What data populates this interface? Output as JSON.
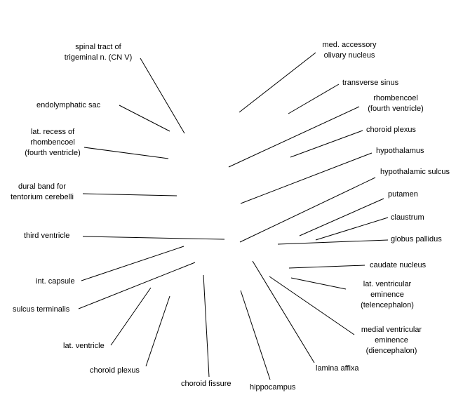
{
  "labels": [
    {
      "id": "spinal-tract-trigeminal",
      "lines": [
        "spinal tract of",
        "trigeminal n. (CN V)"
      ]
    },
    {
      "id": "endolymphatic-sac",
      "lines": [
        "endolymphatic sac"
      ]
    },
    {
      "id": "lat-recess-rhombencoel",
      "lines": [
        "lat. recess of",
        "rhombencoel",
        "(fourth ventricle)"
      ]
    },
    {
      "id": "dural-band",
      "lines": [
        "dural band for",
        "tentorium cerebelli"
      ]
    },
    {
      "id": "third-ventricle",
      "lines": [
        "third ventricle"
      ]
    },
    {
      "id": "int-capsule",
      "lines": [
        "int. capsule"
      ]
    },
    {
      "id": "sulcus-terminalis",
      "lines": [
        "sulcus terminalis"
      ]
    },
    {
      "id": "lat-ventricle",
      "lines": [
        "lat. ventricle"
      ]
    },
    {
      "id": "choroid-plexus-lower",
      "lines": [
        "choroid plexus"
      ]
    },
    {
      "id": "choroid-fissure",
      "lines": [
        "choroid fissure"
      ]
    },
    {
      "id": "hippocampus",
      "lines": [
        "hippocampus"
      ]
    },
    {
      "id": "lamina-affixa",
      "lines": [
        "lamina affixa"
      ]
    },
    {
      "id": "medial-ventricular-eminence",
      "lines": [
        "medial ventricular",
        "eminence",
        "(diencephalon)"
      ]
    },
    {
      "id": "lat-ventricular-eminence",
      "lines": [
        "lat. ventricular",
        "eminence",
        "(telencephalon)"
      ]
    },
    {
      "id": "caudate-nucleus",
      "lines": [
        "caudate nucleus"
      ]
    },
    {
      "id": "globus-pallidus",
      "lines": [
        "globus pallidus"
      ]
    },
    {
      "id": "claustrum",
      "lines": [
        "claustrum"
      ]
    },
    {
      "id": "putamen",
      "lines": [
        "putamen"
      ]
    },
    {
      "id": "hypothalamic-sulcus",
      "lines": [
        "hypothalamic sulcus"
      ]
    },
    {
      "id": "hypothalamus",
      "lines": [
        "hypothalamus"
      ]
    },
    {
      "id": "choroid-plexus-upper",
      "lines": [
        "choroid plexus"
      ]
    },
    {
      "id": "rhombencoel",
      "lines": [
        "rhombencoel",
        "(fourth ventricle)"
      ]
    },
    {
      "id": "transverse-sinus",
      "lines": [
        "transverse sinus"
      ]
    },
    {
      "id": "med-accessory-olivary-nucleus",
      "lines": [
        "med. accessory",
        "olivary nucleus"
      ]
    }
  ]
}
